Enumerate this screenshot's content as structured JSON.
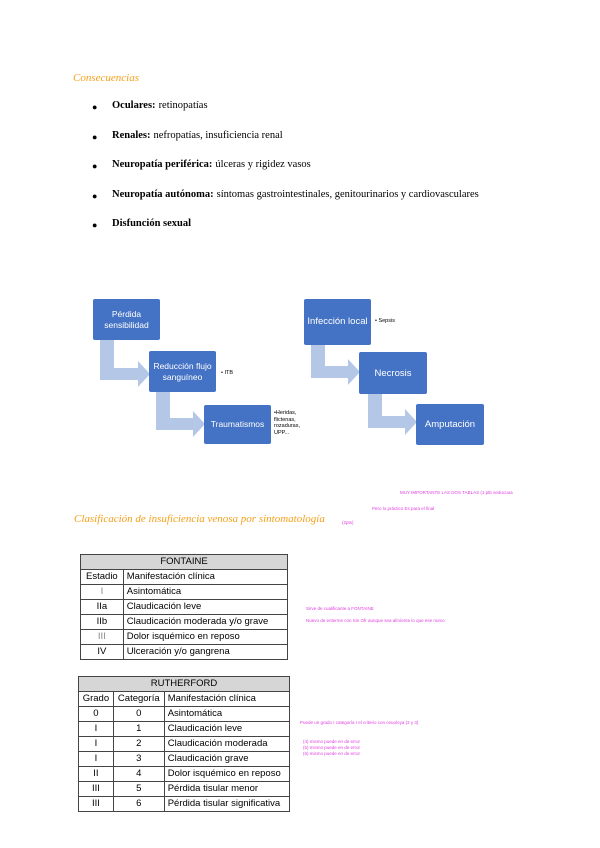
{
  "consecuencias": {
    "heading": "Consecuencias",
    "items": [
      {
        "bold": "Oculares:",
        "text": "retinopatías"
      },
      {
        "bold": "Renales:",
        "text": "nefropatías, insuficiencia renal"
      },
      {
        "bold": "Neuropatía periférica:",
        "text": "úlceras y rigidez vasos"
      },
      {
        "bold": "Neuropatía autónoma:",
        "text": "síntomas gastrointestinales, genitourinarios y cardiovasculares"
      },
      {
        "bold": "Disfunción sexual",
        "text": ""
      }
    ]
  },
  "diagram": {
    "left": {
      "box1": "Pérdida sensibilidad",
      "box2": "Reducción flujo sanguíneo",
      "box2_note": "• ITB",
      "box3": "Traumatismos",
      "box3_note": "•Heridas, flictenas, rozaduras, UPP..."
    },
    "right": {
      "box1": "Infección local",
      "box1_note": "• Sepsis",
      "box2": "Necrosis",
      "box3": "Amputación"
    },
    "colors": {
      "box": "#4472c4",
      "arrow": "#b4c7e7"
    }
  },
  "notes": {
    "n1": "MUY IMPORTANTE LAS DOS TABLAS (1 ptb seducuua",
    "n2": "Pero lo práctico Es para el final",
    "n3": "(2pts)",
    "n4": "Sirve de cualificante a FONTAINE",
    "n5": "Nuevo de enterme con Sin Ofr aunque sea alíníente lo que ese ruevo",
    "n6": "Puede un grado I categoría I el criterio con ceuoloya (2 y 3)",
    "n7": "(4) mismo puede en de error",
    "n8": "(5) mismo puede en de error",
    "n9": "(6) mismo puede en de error"
  },
  "clasificacion": {
    "heading": "Clasificación de insuficiencia venosa por sintomatología"
  },
  "fontaine": {
    "title": "FONTAINE",
    "headers": [
      "Estadio",
      "Manifestación clínica"
    ],
    "rows": [
      [
        "I",
        "Asintomática"
      ],
      [
        "IIa",
        "Claudicación leve"
      ],
      [
        "IIb",
        "Claudicación moderada y/o grave"
      ],
      [
        "III",
        "Dolor isquémico en reposo"
      ],
      [
        "IV",
        "Ulceración y/o gangrena"
      ]
    ]
  },
  "rutherford": {
    "title": "RUTHERFORD",
    "headers": [
      "Grado",
      "Categoría",
      "Manifestación clínica"
    ],
    "rows": [
      [
        "0",
        "0",
        "Asintomática"
      ],
      [
        "I",
        "1",
        "Claudicación leve"
      ],
      [
        "I",
        "2",
        "Claudicación moderada"
      ],
      [
        "I",
        "3",
        "Claudicación grave"
      ],
      [
        "II",
        "4",
        "Dolor isquémico en reposo"
      ],
      [
        "III",
        "5",
        "Pérdida tisular menor"
      ],
      [
        "III",
        "6",
        "Pérdida tisular significativa"
      ]
    ]
  }
}
